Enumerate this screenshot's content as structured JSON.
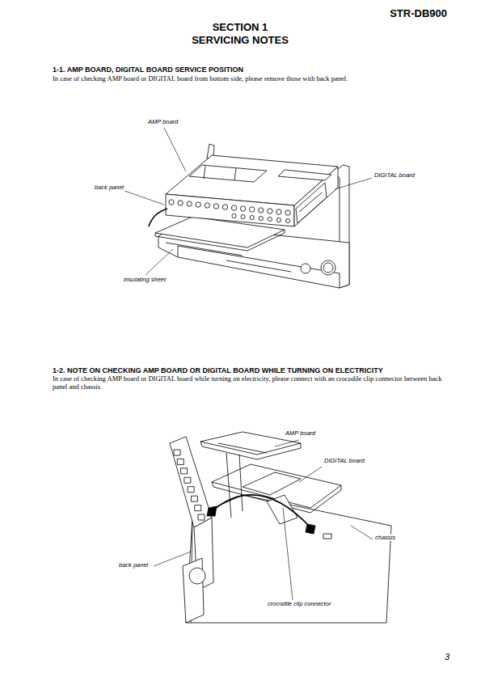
{
  "diagram": {
    "labels": [
      "STR-DB900",
      "SECTION 1",
      "SERVICING NOTES",
      "1-1. AMP BOARD, DIGITAL BOARD SERVICE POSITION",
      "In case of checking AMP board or DIGITAL board from bottom side, please remove those with back panel.",
      "AMP board",
      "DIGITAL board",
      "back panel",
      "insulating sheet",
      "1-2. NOTE ON CHECKING AMP BOARD OR DIGITAL BOARD WHILE TURNING ON ELECTRICITY",
      "In case of checking AMP board or DIGITAL board while turning on electricity, please connect with an crocodile clip connector between back panel and chassis.",
      "AMP board",
      "DIGITAL board",
      "chassis",
      "back panel",
      "crocodile clip connector",
      "3"
    ]
  }
}
